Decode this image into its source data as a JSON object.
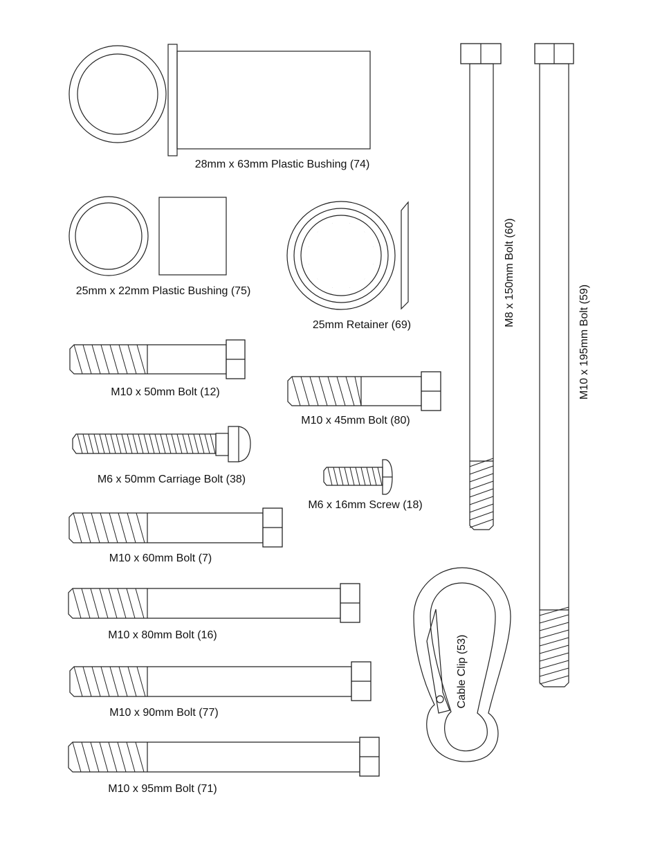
{
  "parts": [
    {
      "id": "bushing-74",
      "label": "28mm x 63mm Plastic Bushing (74)"
    },
    {
      "id": "bushing-75",
      "label": "25mm x 22mm Plastic Bushing (75)"
    },
    {
      "id": "retainer-69",
      "label": "25mm Retainer (69)"
    },
    {
      "id": "bolt-12",
      "label": "M10 x 50mm Bolt (12)"
    },
    {
      "id": "bolt-80",
      "label": "M10 x 45mm Bolt (80)"
    },
    {
      "id": "carriage-38",
      "label": "M6 x 50mm Carriage Bolt (38)"
    },
    {
      "id": "screw-18",
      "label": "M6 x 16mm Screw (18)"
    },
    {
      "id": "bolt-7",
      "label": "M10 x 60mm Bolt (7)"
    },
    {
      "id": "bolt-16",
      "label": "M10 x 80mm Bolt (16)"
    },
    {
      "id": "bolt-77",
      "label": "M10 x 90mm Bolt (77)"
    },
    {
      "id": "bolt-71",
      "label": "M10 x 95mm Bolt (71)"
    },
    {
      "id": "bolt-60",
      "label": "M8 x 150mm Bolt (60)"
    },
    {
      "id": "bolt-59",
      "label": "M10 x 195mm Bolt (59)"
    },
    {
      "id": "clip-53",
      "label": "Cable Clip (53)"
    }
  ]
}
